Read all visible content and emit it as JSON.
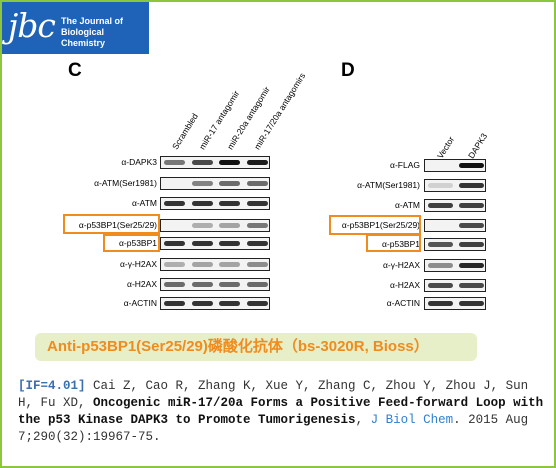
{
  "logo": {
    "monogram": "jbc",
    "name": "The Journal of\nBiological Chemistry"
  },
  "panels": [
    {
      "label": "C",
      "lanes": [
        "Scrambled",
        "miR-17 antagomir",
        "miR-20a antagomir",
        "miR-17/20a antagomirs"
      ],
      "rows": [
        {
          "label": "α-DAPK3",
          "bands": [
            0.55,
            0.75,
            1.0,
            0.95
          ],
          "highlight": false
        },
        {
          "label": "α-ATM(Ser1981)",
          "bands": [
            0.0,
            0.5,
            0.6,
            0.6
          ],
          "highlight": false
        },
        {
          "label": "α-ATM",
          "bands": [
            0.85,
            0.85,
            0.85,
            0.85
          ],
          "highlight": false
        },
        {
          "label": "α-p53BP1(Ser25/29)",
          "bands": [
            0.0,
            0.3,
            0.35,
            0.55
          ],
          "highlight": true
        },
        {
          "label": "α-p53BP1",
          "bands": [
            0.85,
            0.85,
            0.85,
            0.85
          ],
          "highlight": true
        },
        {
          "label": "α-γ-H2AX",
          "bands": [
            0.3,
            0.35,
            0.35,
            0.45
          ],
          "highlight": false
        },
        {
          "label": "α-H2AX",
          "bands": [
            0.6,
            0.6,
            0.6,
            0.6
          ],
          "highlight": false
        },
        {
          "label": "α-ACTIN",
          "bands": [
            0.85,
            0.85,
            0.85,
            0.85
          ],
          "highlight": false
        }
      ]
    },
    {
      "label": "D",
      "lanes": [
        "Vector",
        "DAPK3"
      ],
      "rows": [
        {
          "label": "α-FLAG",
          "bands": [
            0.0,
            1.0
          ],
          "highlight": false
        },
        {
          "label": "α-ATM(Ser1981)",
          "bands": [
            0.1,
            0.85
          ],
          "highlight": false
        },
        {
          "label": "α-ATM",
          "bands": [
            0.8,
            0.8
          ],
          "highlight": false
        },
        {
          "label": "α-p53BP1(Ser25/29)",
          "bands": [
            0.0,
            0.75
          ],
          "highlight": true
        },
        {
          "label": "α-p53BP1",
          "bands": [
            0.7,
            0.8
          ],
          "highlight": true
        },
        {
          "label": "α-γ-H2AX",
          "bands": [
            0.45,
            0.9
          ],
          "highlight": false
        },
        {
          "label": "α-H2AX",
          "bands": [
            0.75,
            0.75
          ],
          "highlight": false
        },
        {
          "label": "α-ACTIN",
          "bands": [
            0.85,
            0.85
          ],
          "highlight": false
        }
      ]
    }
  ],
  "banner": "Anti-p53BP1(Ser25/29)磷酸化抗体（bs-3020R, Bioss）",
  "citation": {
    "impact": "[IF=4.01]",
    "authors": " Cai Z, Cao R, Zhang K, Xue Y, Zhang C, Zhou Y, Zhou J, Sun H, Fu XD, ",
    "title": "Oncogenic miR-17/20a Forms a Positive Feed-forward Loop with the p53 Kinase DAPK3 to Promote Tumorigenesis",
    "sep": ", ",
    "journal": "J Biol Chem",
    "details": ". 2015 Aug 7;290(32):19967-75."
  },
  "colors": {
    "border": "#8cc63f",
    "logo_bg": "#1f63b8",
    "highlight_box": "#f08c1e",
    "banner_bg": "#e6efc8",
    "banner_text": "#f08c1e",
    "impact_factor": "#3a6fb0",
    "journal_link": "#2f80d0"
  }
}
